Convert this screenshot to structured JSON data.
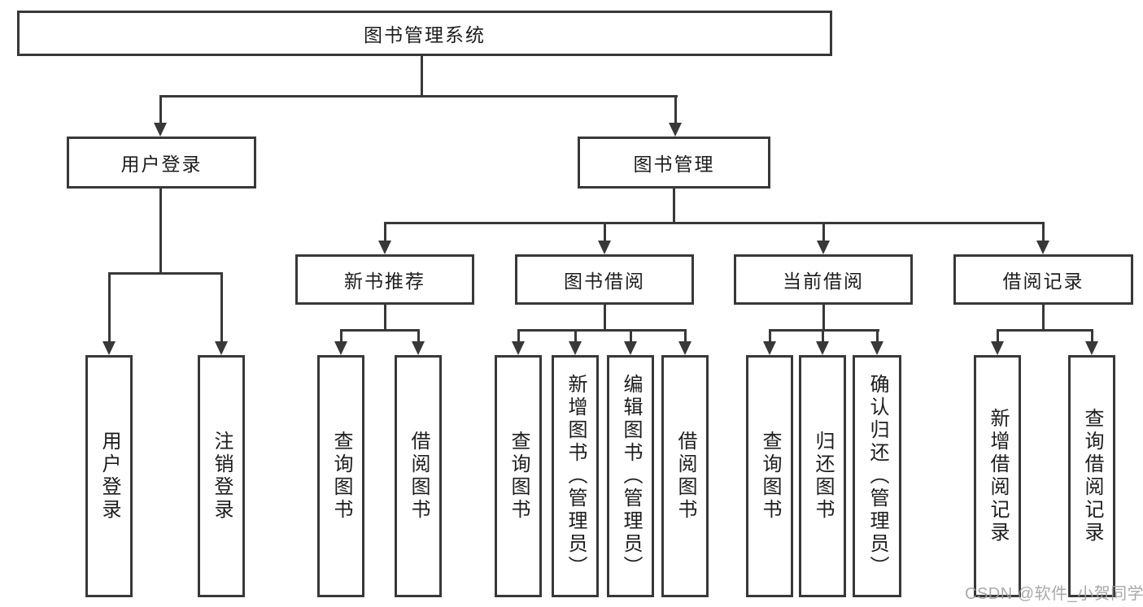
{
  "diagram": {
    "type": "hierarchy-tree",
    "root": {
      "label": "图书管理系统",
      "children": [
        {
          "label": "用户登录",
          "children": [
            {
              "label": "用户登录"
            },
            {
              "label": "注销登录"
            }
          ]
        },
        {
          "label": "图书管理",
          "children": [
            {
              "label": "新书推荐",
              "children": [
                {
                  "label": "查询图书"
                },
                {
                  "label": "借阅图书"
                }
              ]
            },
            {
              "label": "图书借阅",
              "children": [
                {
                  "label": "查询图书"
                },
                {
                  "label": "新增图书（管理员）"
                },
                {
                  "label": "编辑图书（管理员）"
                },
                {
                  "label": "借阅图书"
                }
              ]
            },
            {
              "label": "当前借阅",
              "children": [
                {
                  "label": "查询图书"
                },
                {
                  "label": "归还图书"
                },
                {
                  "label": "确认归还（管理员）"
                }
              ]
            },
            {
              "label": "借阅记录",
              "children": [
                {
                  "label": "新增借阅记录"
                },
                {
                  "label": "查询借阅记录"
                }
              ]
            }
          ]
        }
      ]
    }
  },
  "watermark": {
    "text": "CSDN @软件_小贺同学"
  },
  "colors": {
    "line": "#383838",
    "box_border": "#383838",
    "text": "#1c1c1c",
    "background": "#ffffff",
    "watermark": "#a0a0a0"
  }
}
